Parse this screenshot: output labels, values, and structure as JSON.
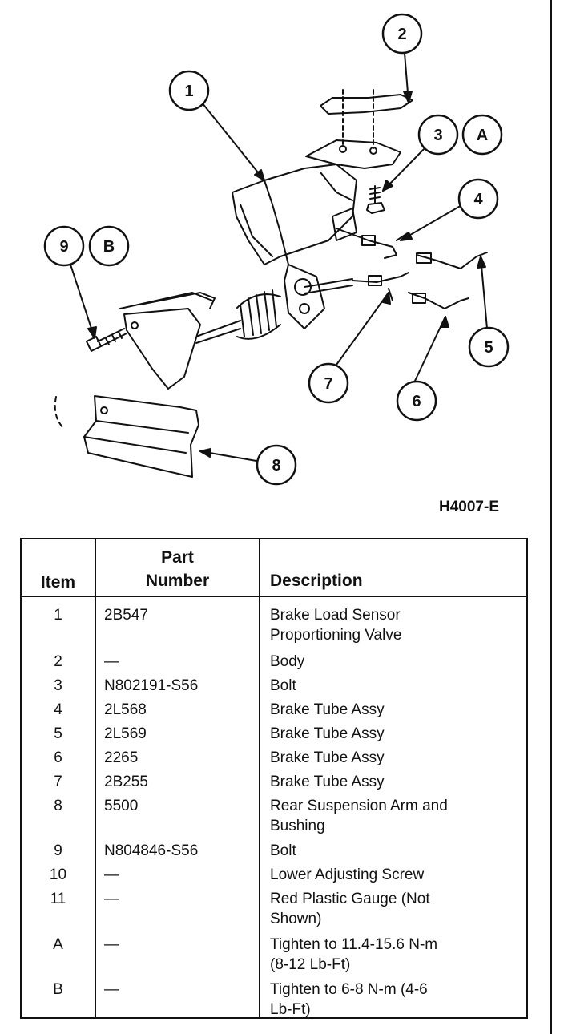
{
  "figure": {
    "code": "H4007-E",
    "callouts": [
      "1",
      "2",
      "3",
      "4",
      "5",
      "6",
      "7",
      "8",
      "9",
      "A",
      "B"
    ]
  },
  "table": {
    "headers": {
      "item": "Item",
      "part_line1": "Part",
      "part_line2": "Number",
      "description": "Description"
    },
    "rows": [
      {
        "item": "1",
        "part": "2B547",
        "desc1": "Brake Load Sensor",
        "desc2": "Proportioning Valve"
      },
      {
        "item": "2",
        "part": "—",
        "desc1": "Body",
        "desc2": ""
      },
      {
        "item": "3",
        "part": "N802191-S56",
        "desc1": "Bolt",
        "desc2": ""
      },
      {
        "item": "4",
        "part": "2L568",
        "desc1": "Brake Tube Assy",
        "desc2": ""
      },
      {
        "item": "5",
        "part": "2L569",
        "desc1": "Brake Tube Assy",
        "desc2": ""
      },
      {
        "item": "6",
        "part": "2265",
        "desc1": "Brake Tube Assy",
        "desc2": ""
      },
      {
        "item": "7",
        "part": "2B255",
        "desc1": "Brake Tube Assy",
        "desc2": ""
      },
      {
        "item": "8",
        "part": "5500",
        "desc1": "Rear Suspension Arm and",
        "desc2": "Bushing"
      },
      {
        "item": "9",
        "part": "N804846-S56",
        "desc1": "Bolt",
        "desc2": ""
      },
      {
        "item": "10",
        "part": "—",
        "desc1": "Lower Adjusting Screw",
        "desc2": ""
      },
      {
        "item": "11",
        "part": "—",
        "desc1": "Red Plastic Gauge (Not",
        "desc2": "Shown)"
      },
      {
        "item": "A",
        "part": "—",
        "desc1": "Tighten to 11.4-15.6 N-m",
        "desc2": "(8-12 Lb-Ft)"
      },
      {
        "item": "B",
        "part": "—",
        "desc1": "Tighten to 6-8 N-m (4-6",
        "desc2": "Lb-Ft)"
      }
    ]
  }
}
